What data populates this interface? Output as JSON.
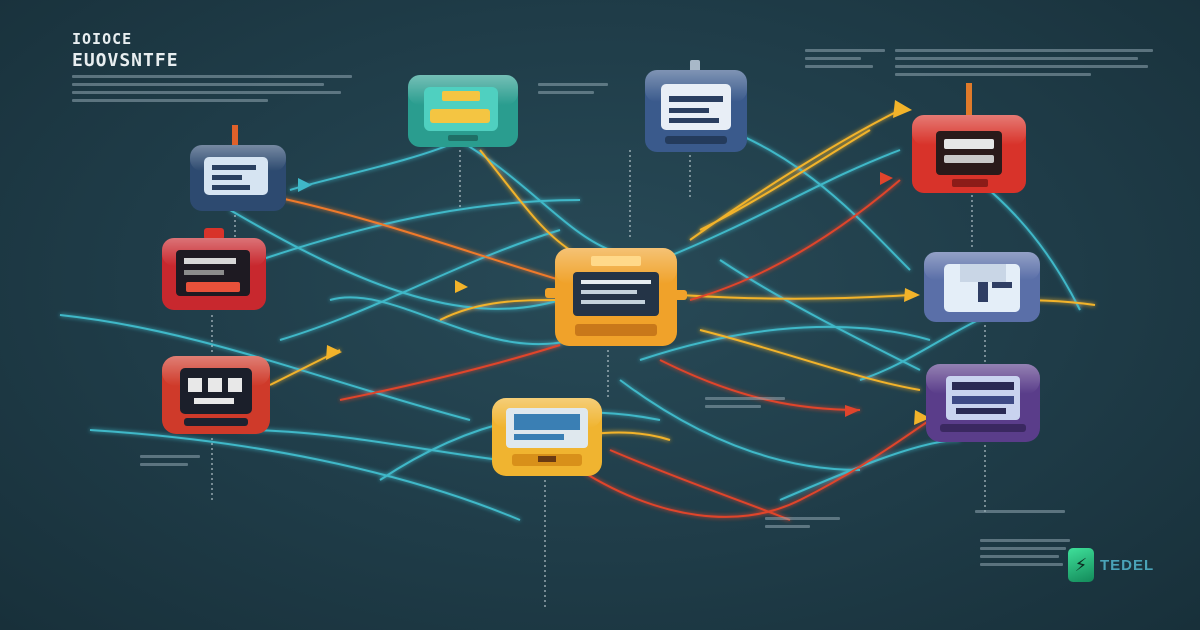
{
  "header": {
    "title_line_1": "IOIOCE",
    "title_line_2": "EUOVSNTFE"
  },
  "branding": {
    "logo_text": "TEDEL",
    "accent": "#2fd08a"
  },
  "colors": {
    "background": "#1f3c48",
    "wire_cyan": "#3fb8c8",
    "wire_yellow": "#f2b32a",
    "wire_red": "#e0442c",
    "wire_orange": "#f07a2a"
  },
  "devices": [
    {
      "id": "dev-teal-top",
      "color": "#2a9d8f",
      "screen": "#f4c542",
      "icon": "device-icon"
    },
    {
      "id": "dev-navy-top",
      "color": "#3a5a8c",
      "screen": "#d9e6f2",
      "icon": "device-icon"
    },
    {
      "id": "dev-red-topright",
      "color": "#d8332a",
      "screen": "#2a1a1a",
      "icon": "device-icon"
    },
    {
      "id": "dev-navy-left",
      "color": "#2d4a70",
      "screen": "#cfe0f0",
      "icon": "device-icon"
    },
    {
      "id": "dev-red-left",
      "color": "#c8282e",
      "screen": "#1e1a22",
      "icon": "device-icon"
    },
    {
      "id": "dev-orange-center",
      "color": "#f0a22a",
      "screen": "#243447",
      "icon": "device-icon"
    },
    {
      "id": "dev-slate-right",
      "color": "#5a6fa8",
      "screen": "#e4eef8",
      "icon": "device-icon"
    },
    {
      "id": "dev-red-bottomleft",
      "color": "#cf3a2a",
      "screen": "#1b1f2a",
      "icon": "device-icon"
    },
    {
      "id": "dev-yellow-bottom",
      "color": "#f0b430",
      "screen": "#3a7fb4",
      "icon": "device-icon"
    },
    {
      "id": "dev-purple-right",
      "color": "#5a3d8a",
      "screen": "#c9d3ef",
      "icon": "device-icon"
    }
  ]
}
